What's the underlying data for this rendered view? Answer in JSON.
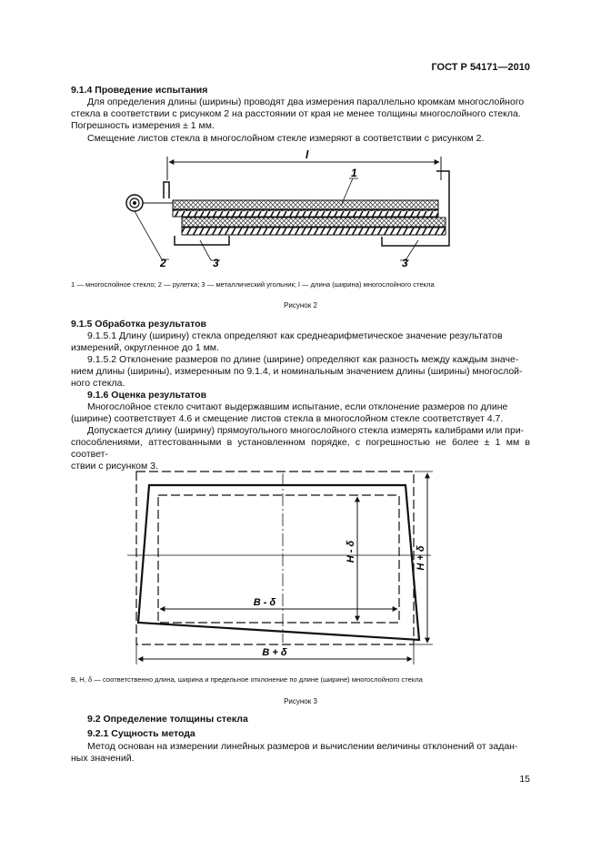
{
  "header": {
    "doc_id": "ГОСТ Р 54171—2010"
  },
  "s914": {
    "heading": "9.1.4 Проведение испытания",
    "p1_l1": "Для определения длины (ширины) проводят два измерения параллельно кромкам многослойного",
    "p1_l2": "стекла в соответствии с рисунком 2 на расстоянии от края не менее толщины многослойного стекла.",
    "p1_l3": "Погрешность измерения ± 1 мм.",
    "p2": "Смещение листов стекла в многослойном стекле измеряют в соответствии с рисунком 2."
  },
  "figure2": {
    "dim_label": "l",
    "label_1": "1",
    "label_2": "2",
    "label_3a": "3",
    "label_3b": "3",
    "legend": "1 — многослойное стекло; 2 — рулетка; 3 — металлический угольник; l — длина (ширина) многослойного стекла",
    "caption": "Рисунок 2"
  },
  "s915": {
    "heading": "9.1.5 Обработка результатов",
    "p1_l1": "9.1.5.1 Длину (ширину) стекла определяют как среднеарифметическое значение результатов",
    "p1_l2": "измерений, округленное до 1 мм.",
    "p2_l1": "9.1.5.2 Отклонение размеров по длине (ширине) определяют как разность между каждым значе-",
    "p2_l2": "нием длины (ширины), измеренным по 9.1.4, и номинальным значением длины (ширины) многослой-",
    "p2_l3": "ного стекла."
  },
  "s916": {
    "heading": "9.1.6 Оценка результатов",
    "p1_l1": "Многослойное стекло считают выдержавшим испытание, если отклонение размеров по длине",
    "p1_l2": "(ширине) соответствует 4.6 и смещение листов стекла в многослойном стекле соответствует 4.7.",
    "p2_l1": "Допускается длину (ширину) прямоугольного многослойного стекла измерять калибрами или при-",
    "p2_l2": "способлениями, аттестованными в установленном порядке, с погрешностью не более ± 1 мм в соответ-",
    "p2_l3": "ствии с рисунком 3."
  },
  "figure3": {
    "label_h_minus": "H - δ",
    "label_h_plus": "H + δ",
    "label_b_minus": "B - δ",
    "label_b_plus": "B + δ",
    "legend": "B, H, δ — соответственно длина, ширина и предельное отклонение по длине (ширине) многослойного стекла",
    "caption": "Рисунок 3"
  },
  "s92": {
    "heading": "9.2 Определение толщины стекла",
    "sub_heading": "9.2.1 Сущность метода",
    "p1_l1": "Метод основан на измерении линейных размеров и вычислении величины отклонений от задан-",
    "p1_l2": "ных значений."
  },
  "footer": {
    "page_number": "15"
  }
}
